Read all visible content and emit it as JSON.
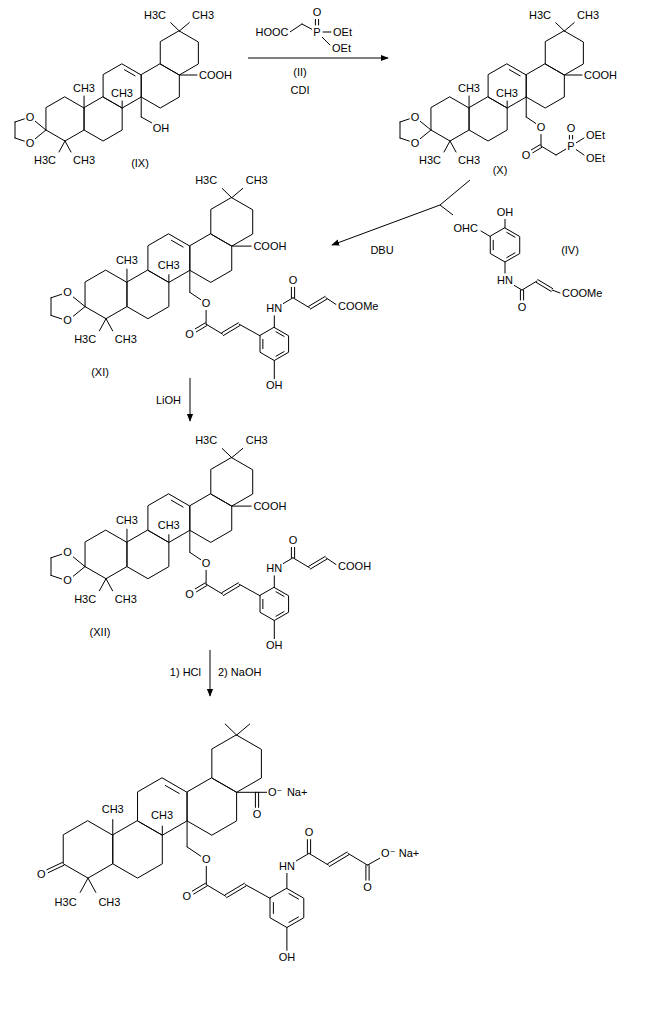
{
  "diagram": {
    "labels": [
      "H3C",
      "CH3",
      "COOH",
      "CH3",
      "CH3",
      "OH",
      "O",
      "O",
      "H3C",
      "CH3",
      "(IX)",
      "HOOC",
      "P",
      "O",
      "OEt",
      "OEt",
      "(II)",
      "CDI",
      "H3C",
      "CH3",
      "COOH",
      "CH3",
      "CH3",
      "O",
      "O",
      "H3C",
      "CH3",
      "O",
      "O",
      "P",
      "O",
      "OEt",
      "OEt",
      "(X)",
      "DBU",
      "OH",
      "OHC",
      "HN",
      "O",
      "COOMe",
      "(IV)",
      "H3C",
      "CH3",
      "COOH",
      "CH3",
      "CH3",
      "O",
      "O",
      "H3C",
      "CH3",
      "O",
      "O",
      "HN",
      "O",
      "COOMe",
      "OH",
      "(XI)",
      "LiOH",
      "H3C",
      "CH3",
      "COOH",
      "CH3",
      "CH3",
      "O",
      "O",
      "H3C",
      "CH3",
      "O",
      "O",
      "HN",
      "O",
      "COOH",
      "OH",
      "(XII)",
      "1) HCl",
      "2) NaOH",
      "O⁻",
      "Na+",
      "O",
      "CH3",
      "CH3",
      "O",
      "H3C",
      "CH3",
      "O",
      "O",
      "HN",
      "O",
      "O",
      "O⁻",
      "Na+",
      "OH"
    ]
  }
}
